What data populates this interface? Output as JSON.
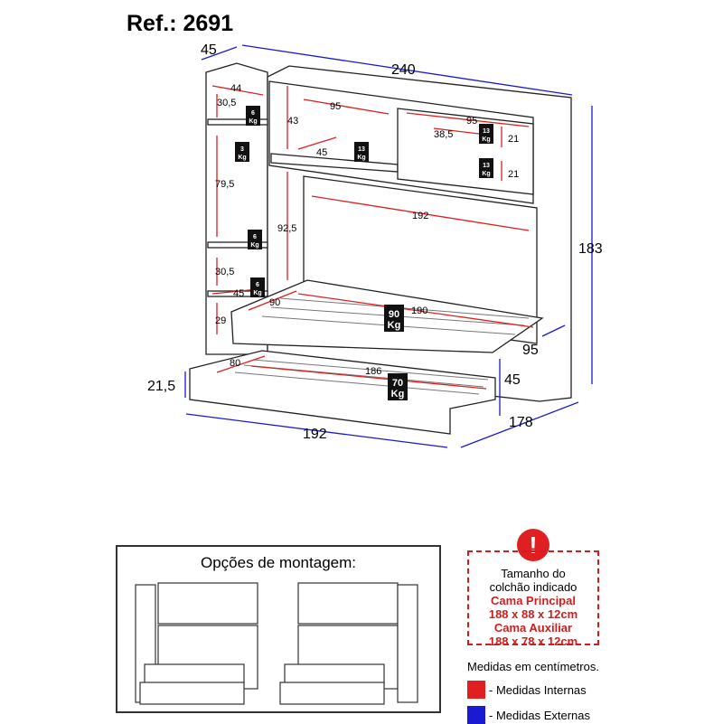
{
  "reference": "Ref.: 2691",
  "dimensions": {
    "external": [
      "45",
      "240",
      "183",
      "95",
      "45",
      "178",
      "192",
      "21,5"
    ],
    "internal": [
      "44",
      "30,5",
      "43",
      "95",
      "95",
      "38,5",
      "21",
      "21",
      "45",
      "79,5",
      "192",
      "92,5",
      "30,5",
      "45",
      "29",
      "90",
      "190",
      "80",
      "186"
    ]
  },
  "weight_labels": [
    {
      "value": "6",
      "unit": "Kg"
    },
    {
      "value": "3",
      "unit": "Kg"
    },
    {
      "value": "13",
      "unit": "Kg"
    },
    {
      "value": "13",
      "unit": "Kg"
    },
    {
      "value": "13",
      "unit": "Kg"
    },
    {
      "value": "6",
      "unit": "Kg"
    },
    {
      "value": "6",
      "unit": "Kg"
    },
    {
      "value": "90",
      "unit": "Kg"
    },
    {
      "value": "70",
      "unit": "Kg"
    }
  ],
  "options": {
    "title": "Opções de montagem:"
  },
  "mattress": {
    "line1": "Tamanho do",
    "line2": "colchão indicado",
    "main_label": "Cama Principal",
    "main_size": "188 x 88 x 12cm",
    "aux_label": "Cama Auxiliar",
    "aux_size": "188 x 78 x 12cm",
    "alert_icon": "exclamation-icon"
  },
  "legend": {
    "note": "Medidas em centímetros.",
    "internal_label": "- Medidas Internas",
    "external_label": "- Medidas Externas"
  },
  "colors": {
    "internal": "#e02020",
    "external": "#1a1ad0",
    "warning": "#e02020"
  }
}
